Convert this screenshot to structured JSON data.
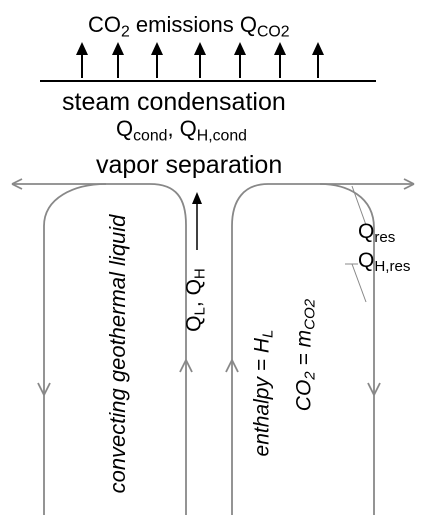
{
  "top": {
    "emissions_label": "CO",
    "emissions_sub": "2",
    "emissions_text": " emissions Q",
    "emissions_q_sub": "CO2"
  },
  "condensation": {
    "title": "steam condensation",
    "q": "Q",
    "q_sub": "cond",
    "sep": ", Q",
    "qh_sub": "H,cond"
  },
  "separation": {
    "title": "vapor separation"
  },
  "left_cell": {
    "label": "convecting geothermal liquid"
  },
  "middle_flux": {
    "q1": "Q",
    "q1_sub": "L",
    "sep": ", Q",
    "q2_sub": "H"
  },
  "right_cell": {
    "enthalpy_label": "enthalpy = H",
    "enthalpy_sub": "L",
    "co2_label": "CO",
    "co2_sub": "2",
    "co2_eq": " = m",
    "co2_m_sub": "CO2"
  },
  "reservoir": {
    "q": "Q",
    "q_sub": "res",
    "qh": "Q",
    "qh_sub": "H,res"
  },
  "colors": {
    "loop": "#888888",
    "text": "#000000"
  }
}
